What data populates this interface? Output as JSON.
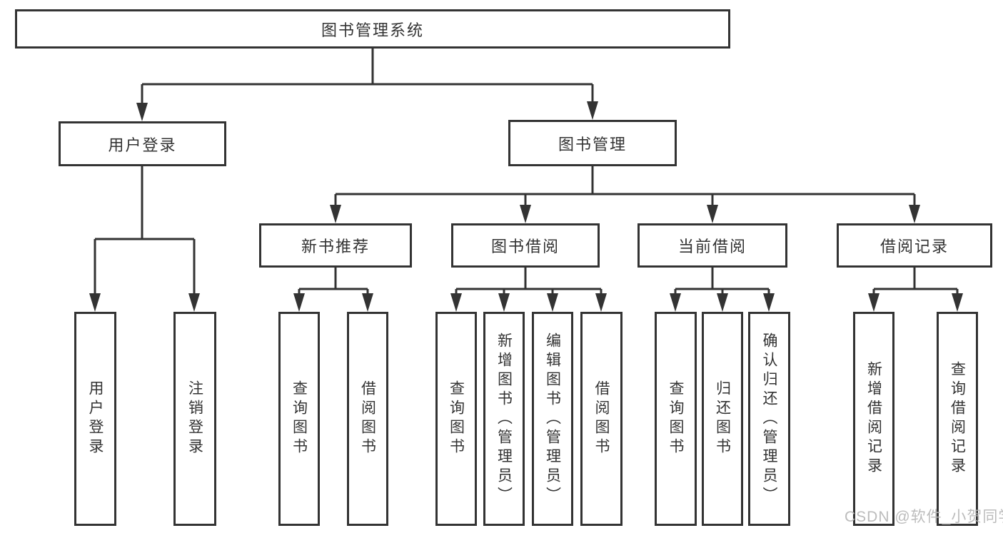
{
  "nodes": {
    "root": "图书管理系统",
    "user_login": "用户登录",
    "book_mgmt": "图书管理",
    "new_book_rec": "新书推荐",
    "book_borrow": "图书借阅",
    "current_borrow": "当前借阅",
    "borrow_records": "借阅记录",
    "leaf_user_login": "用户登录",
    "leaf_logout": "注销登录",
    "nbr_query_books": "查询图书",
    "nbr_borrow_books": "借阅图书",
    "bb_query_books": "查询图书",
    "bb_add_books": "新增图书（管理员）",
    "bb_edit_books": "编辑图书（管理员）",
    "bb_borrow_books": "借阅图书",
    "cb_query_books": "查询图书",
    "cb_return_books": "归还图书",
    "cb_confirm_return": "确认归还（管理员）",
    "br_add_record": "新增借阅记录",
    "br_query_record": "查询借阅记录"
  },
  "tree": {
    "label": "图书管理系统",
    "children": [
      {
        "label": "用户登录",
        "children": [
          {
            "label": "用户登录"
          },
          {
            "label": "注销登录"
          }
        ]
      },
      {
        "label": "图书管理",
        "children": [
          {
            "label": "新书推荐",
            "children": [
              {
                "label": "查询图书"
              },
              {
                "label": "借阅图书"
              }
            ]
          },
          {
            "label": "图书借阅",
            "children": [
              {
                "label": "查询图书"
              },
              {
                "label": "新增图书（管理员）"
              },
              {
                "label": "编辑图书（管理员）"
              },
              {
                "label": "借阅图书"
              }
            ]
          },
          {
            "label": "当前借阅",
            "children": [
              {
                "label": "查询图书"
              },
              {
                "label": "归还图书"
              },
              {
                "label": "确认归还（管理员）"
              }
            ]
          },
          {
            "label": "借阅记录",
            "children": [
              {
                "label": "新增借阅记录"
              },
              {
                "label": "查询借阅记录"
              }
            ]
          }
        ]
      }
    ]
  },
  "watermark": "CSDN @软件_小贺同学",
  "colors": {
    "line": "#333333",
    "text": "#333333",
    "box_fill": "#ffffff",
    "watermark": "#b8b8b8",
    "background": "#ffffff"
  }
}
